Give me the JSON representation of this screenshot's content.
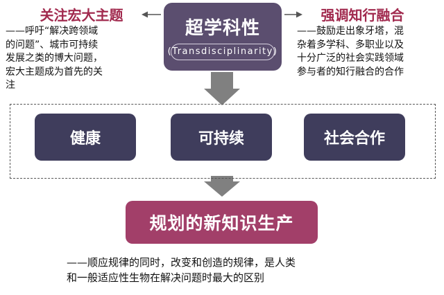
{
  "left": {
    "heading": "关注宏大主题",
    "description": "——呼吁“解决跨领域\n的问题”、城市可持续\n发展之类的博大问题，\n宏大主题成为首先的关\n注"
  },
  "right": {
    "heading": "强调知行融合",
    "description": "——鼓励走出象牙塔，混\n杂着多学科、多职业以及\n十分广泛的社会实践领域\n参与者的知行融合的合作"
  },
  "center": {
    "title": "超学科性",
    "subtitle": "(Transdisciplinarity)"
  },
  "nodes": [
    "健康",
    "可持续",
    "社会合作"
  ],
  "result": {
    "title": "规划的新知识生产",
    "description": "——顺应规律的同时，改变和创造的规律，是人类\n和一般适应性生物在解决问题时最大的区别"
  },
  "colors": {
    "heading": "#a12a4e",
    "center_box": "#5b4e6f",
    "node_box": "#3f3d5c",
    "result_box": "#a23f69",
    "arrow": "#808080"
  }
}
